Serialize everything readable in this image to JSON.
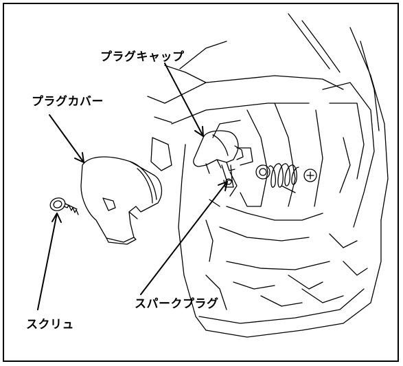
{
  "labels": {
    "plug_cap": "プラグキャップ",
    "plug_cover": "プラグカバー",
    "spark_plug": "スパークプラグ",
    "screw": "スクリュ"
  },
  "colors": {
    "line": "#000000",
    "background": "#ffffff"
  }
}
